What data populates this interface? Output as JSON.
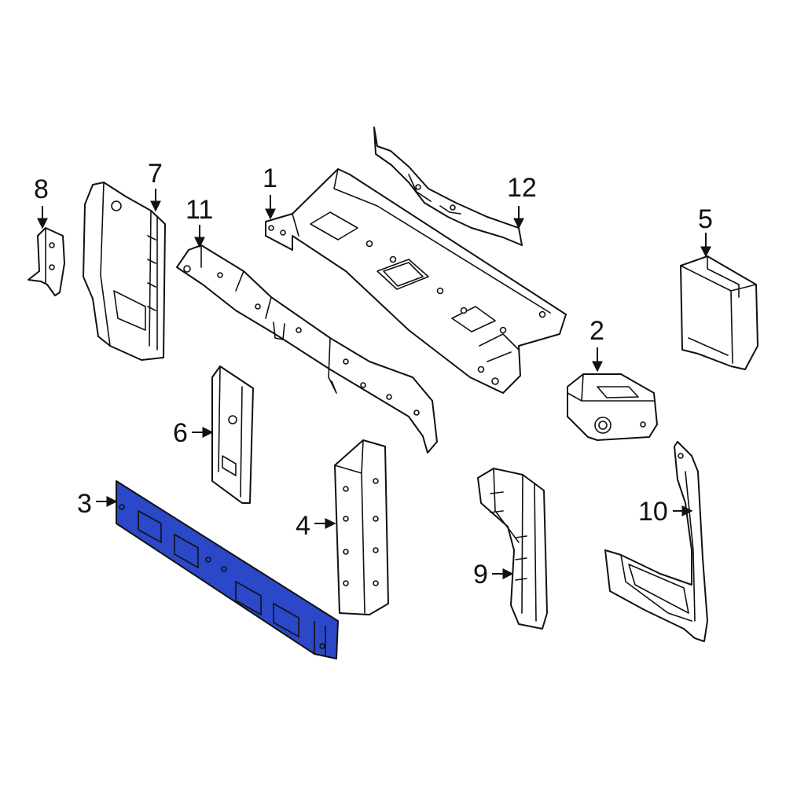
{
  "diagram": {
    "highlight_color": "#2a48c8",
    "callouts": [
      {
        "id": "1",
        "label": "1"
      },
      {
        "id": "2",
        "label": "2"
      },
      {
        "id": "3",
        "label": "3"
      },
      {
        "id": "4",
        "label": "4"
      },
      {
        "id": "5",
        "label": "5"
      },
      {
        "id": "6",
        "label": "6"
      },
      {
        "id": "7",
        "label": "7"
      },
      {
        "id": "8",
        "label": "8"
      },
      {
        "id": "9",
        "label": "9"
      },
      {
        "id": "10",
        "label": "10"
      },
      {
        "id": "11",
        "label": "11"
      },
      {
        "id": "12",
        "label": "12"
      }
    ],
    "highlighted_part": "3"
  }
}
